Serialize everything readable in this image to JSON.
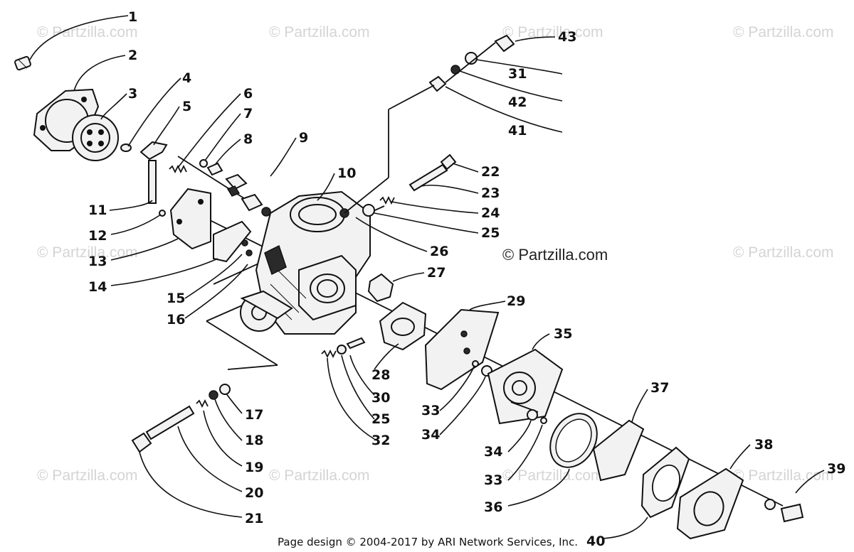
{
  "diagram": {
    "watermark": "© Partzilla.com",
    "footer": {
      "text": "Page design © 2004-2017 by ARI Network Services, Inc.",
      "callout": "40"
    },
    "callouts": [
      "1",
      "2",
      "3",
      "4",
      "5",
      "6",
      "7",
      "8",
      "9",
      "10",
      "11",
      "12",
      "13",
      "14",
      "15",
      "16",
      "17",
      "18",
      "19",
      "20",
      "21",
      "22",
      "23",
      "24",
      "25",
      "26",
      "27",
      "28",
      "29",
      "30",
      "25",
      "31",
      "32",
      "33",
      "34",
      "35",
      "36",
      "37",
      "38",
      "39",
      "41",
      "42",
      "43",
      "33",
      "34"
    ]
  }
}
